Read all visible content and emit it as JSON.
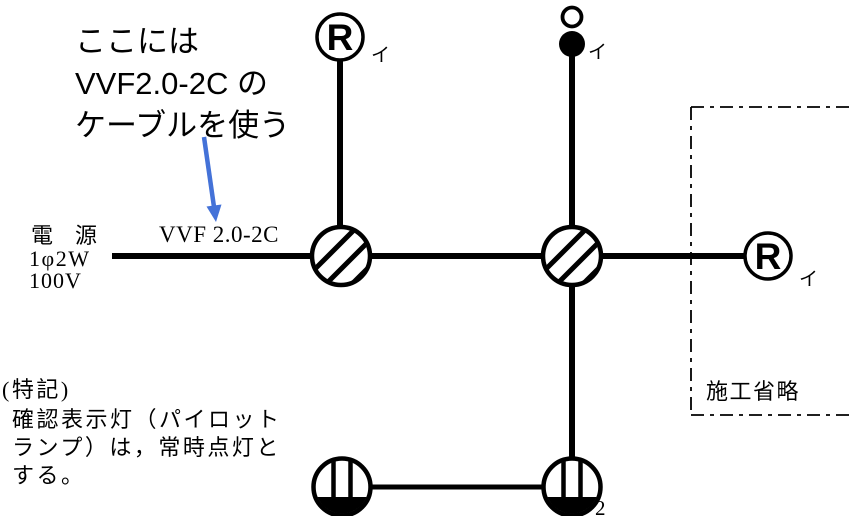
{
  "colors": {
    "annotation_blue": "#4472d8",
    "diagram_black": "#000000"
  },
  "annotation": {
    "line1": "ここには",
    "line2": "VVF2.0-2C の",
    "line3": "ケーブルを使う"
  },
  "power_source": {
    "title": "電　源",
    "phase": "1φ2W",
    "voltage": "100V"
  },
  "cable_label": "VVF 2.0-2C",
  "special_note": {
    "line1": "(特記)",
    "line2": "確認表示灯（パイロット",
    "line3": "ランプ）は，常時点灯と",
    "line4": "する。"
  },
  "omission_box": {
    "label": "施工省略"
  },
  "devices": {
    "lamp_top": {
      "letter": "R",
      "mark": "イ"
    },
    "lamp_right": {
      "letter": "R",
      "mark": "イ"
    },
    "rosette": {
      "mark": "イ"
    },
    "outlet_right": {
      "count": "2"
    }
  }
}
